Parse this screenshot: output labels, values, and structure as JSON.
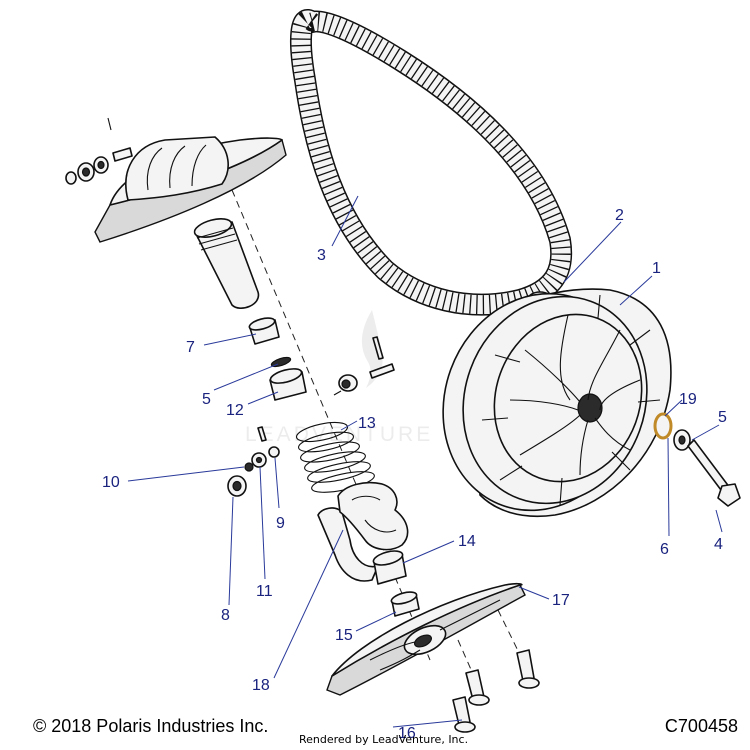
{
  "callouts": [
    "1",
    "2",
    "3",
    "4",
    "5",
    "5",
    "6",
    "7",
    "8",
    "9",
    "10",
    "11",
    "12",
    "13",
    "14",
    "15",
    "16",
    "17",
    "18",
    "19"
  ],
  "footer": {
    "copyright": "© 2018 Polaris Industries Inc.",
    "rendered_by": "Rendered by LeadVenture, Inc.",
    "figure_code": "C700458"
  },
  "watermark": {
    "text": "LEADVENTURE"
  },
  "colors": {
    "callout": "#1a237e",
    "leader": "#2a3a9a",
    "line": "#111111",
    "fill": "#f4f4f4"
  }
}
